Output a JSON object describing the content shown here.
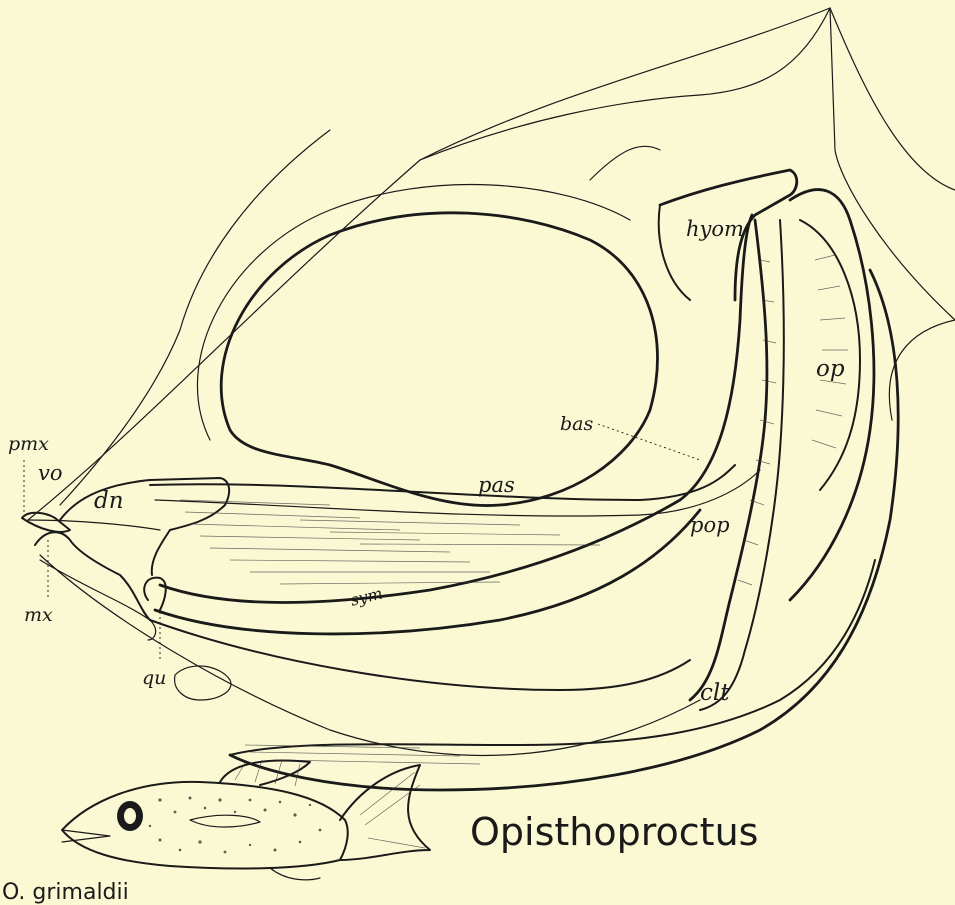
{
  "labels": {
    "pmx": "pmx",
    "vo": "vo",
    "dn": "dn",
    "mx": "mx",
    "qu": "qu",
    "sym": "sym",
    "pas": "pas",
    "bas": "bas",
    "hyom": "hyom",
    "op": "op",
    "pop": "pop",
    "clt": "clt"
  },
  "title": "Opisthoproctus",
  "caption": "O. grimaldii",
  "colors": {
    "background": "#fbf9d4",
    "ink": "#1a1a1a"
  }
}
